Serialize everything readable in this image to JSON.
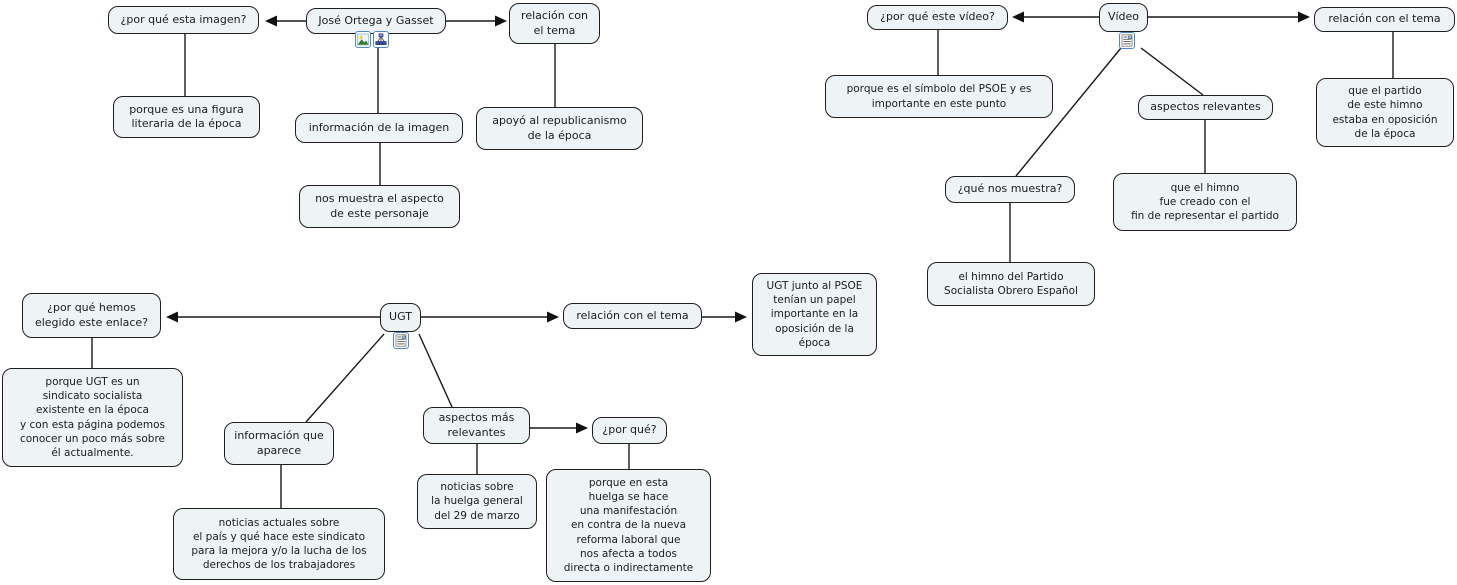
{
  "diagram_type": "concept-map",
  "colors": {
    "background": "#ffffff",
    "node_fill": "#eef4f5",
    "node_border": "#1f1f1f",
    "connector": "#1a1a1a",
    "icon_border": "#4d86d6"
  },
  "icons": {
    "jose_ortega": [
      "image-icon",
      "concept-map-icon"
    ],
    "video": [
      "document-icon"
    ],
    "ugt": [
      "document-icon"
    ]
  },
  "nodes": {
    "jose_ortega": {
      "label": "José Ortega y Gasset"
    },
    "por_que_imagen": {
      "label": "¿por qué esta imagen?"
    },
    "relacion_tema_1": {
      "label": "relación con\nel tema"
    },
    "figura_literaria": {
      "label": "porque es una figura\nliteraria de la época"
    },
    "informacion_imagen": {
      "label": "información de la imagen"
    },
    "apoyo_republicanismo": {
      "label": "apoyó al republicanismo\nde la época"
    },
    "aspecto_personaje": {
      "label": "nos muestra el aspecto\nde este personaje"
    },
    "video": {
      "label": "Vídeo"
    },
    "por_que_video": {
      "label": "¿por qué este vídeo?"
    },
    "relacion_tema_2": {
      "label": "relación con el tema"
    },
    "simbolo_psoe": {
      "label": "porque es el símbolo del PSOE y es\nimportante en este punto"
    },
    "aspectos_relevantes": {
      "label": "aspectos relevantes"
    },
    "partido_oposicion": {
      "label": "que el partido\nde este himno\nestaba en oposición\nde la época"
    },
    "que_nos_muestra": {
      "label": "¿qué nos muestra?"
    },
    "himno_creado": {
      "label": "que el himno\nfue creado con el\nfin de representar el partido"
    },
    "himno_psoe": {
      "label": "el himno del Partido\nSocialista Obrero Español"
    },
    "ugt": {
      "label": "UGT"
    },
    "por_que_enlace": {
      "label": "¿por qué hemos\nelegido este enlace?"
    },
    "relacion_tema_3": {
      "label": "relación con el tema"
    },
    "ugt_psoe": {
      "label": "UGT junto al PSOE\ntenían un papel\nimportante en la\noposición de la\népoca"
    },
    "porque_ugt": {
      "label": "porque UGT es un\nsindicato socialista\nexistente en la época\ny con esta página podemos\nconocer un poco más sobre\nél actualmente."
    },
    "informacion_aparece": {
      "label": "información que\naparece"
    },
    "aspectos_mas": {
      "label": "aspectos más\nrelevantes"
    },
    "por_que": {
      "label": "¿por qué?"
    },
    "noticias_actuales": {
      "label": "noticias actuales sobre\nel país y qué hace este sindicato\npara la mejora y/o la lucha de los\nderechos de los trabajadores"
    },
    "noticias_huelga": {
      "label": "noticias sobre\nla huelga general\ndel 29 de marzo"
    },
    "porque_huelga": {
      "label": "porque en esta\nhuelga se hace\nuna manifestación\nen contra de la nueva\nreforma laboral que\nnos afecta a todos\ndirecta o indirectamente"
    }
  }
}
